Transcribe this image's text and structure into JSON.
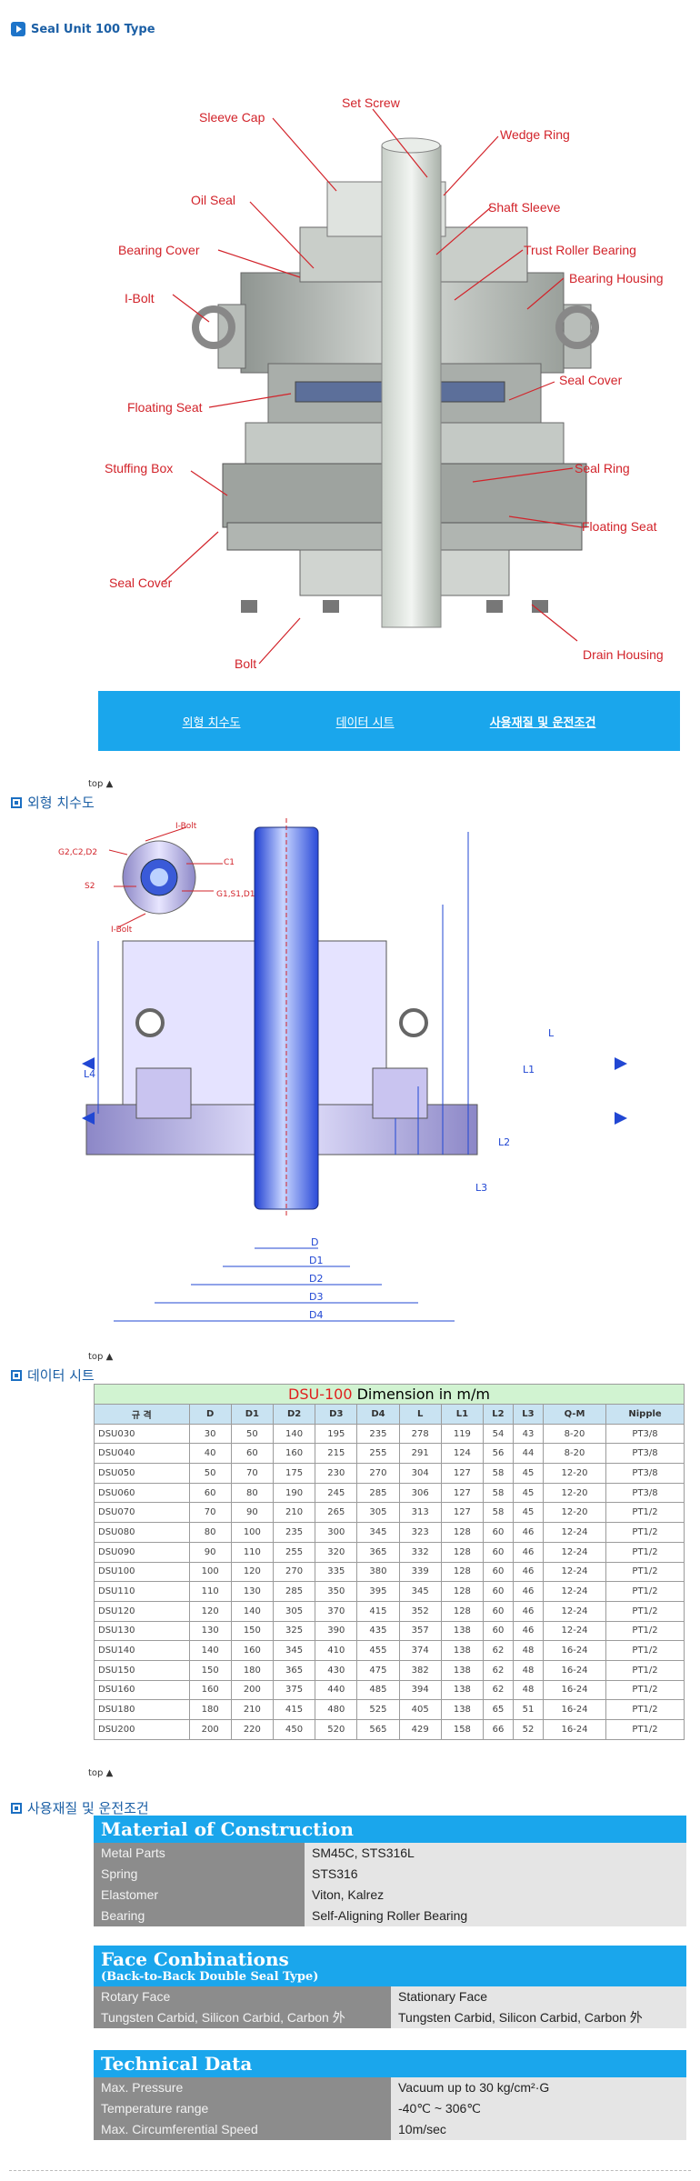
{
  "page_title": "Seal Unit 100 Type",
  "assembly_callouts": {
    "sleeve_cap": "Sleeve Cap",
    "set_screw": "Set Screw",
    "wedge_ring": "Wedge Ring",
    "oil_seal": "Oil Seal",
    "shaft_sleeve": "Shaft Sleeve",
    "bearing_cover": "Bearing Cover",
    "trust_roller_bearing": "Trust Roller Bearing",
    "bearing_housing": "Bearing Housing",
    "i_bolt": "I-Bolt",
    "seal_cover_right": "Seal Cover",
    "floating_seat_left": "Floating Seat",
    "stuffing_box": "Stuffing Box",
    "seal_ring": "Seal Ring",
    "floating_seat_right": "Floating Seat",
    "seal_cover_left": "Seal Cover",
    "bolt": "Bolt",
    "drain_housing": "Drain Housing"
  },
  "nav": {
    "tab1": "외형 치수도",
    "tab2": "데이터 시트",
    "tab3": "사용재질 및 운전조건"
  },
  "top_link": "top",
  "sections": {
    "outline": "외형 치수도",
    "datasheet": "데이터 시트",
    "materials": "사용재질 및 운전조건"
  },
  "drawing_labels": {
    "top_i_bolt": "I-Bolt",
    "g2c2d2": "G2,C2,D2",
    "c1": "C1",
    "s2": "S2",
    "g1s1d1": "G1,S1,D1",
    "bottom_i_bolt": "I-Bolt",
    "D": "D",
    "D1": "D1",
    "D2": "D2",
    "D3": "D3",
    "D4": "D4",
    "L": "L",
    "L1": "L1",
    "L2": "L2",
    "L3": "L3",
    "L4": "L4"
  },
  "datasheet": {
    "caption_model": "DSU-100",
    "caption_rest": " Dimension in m/m",
    "headers": [
      "규 격",
      "D",
      "D1",
      "D2",
      "D3",
      "D4",
      "L",
      "L1",
      "L2",
      "L3",
      "Q-M",
      "Nipple"
    ],
    "rows": [
      [
        "DSU030",
        "30",
        "50",
        "140",
        "195",
        "235",
        "278",
        "119",
        "54",
        "43",
        "8-20",
        "PT3/8"
      ],
      [
        "DSU040",
        "40",
        "60",
        "160",
        "215",
        "255",
        "291",
        "124",
        "56",
        "44",
        "8-20",
        "PT3/8"
      ],
      [
        "DSU050",
        "50",
        "70",
        "175",
        "230",
        "270",
        "304",
        "127",
        "58",
        "45",
        "12-20",
        "PT3/8"
      ],
      [
        "DSU060",
        "60",
        "80",
        "190",
        "245",
        "285",
        "306",
        "127",
        "58",
        "45",
        "12-20",
        "PT3/8"
      ],
      [
        "DSU070",
        "70",
        "90",
        "210",
        "265",
        "305",
        "313",
        "127",
        "58",
        "45",
        "12-20",
        "PT1/2"
      ],
      [
        "DSU080",
        "80",
        "100",
        "235",
        "300",
        "345",
        "323",
        "128",
        "60",
        "46",
        "12-24",
        "PT1/2"
      ],
      [
        "DSU090",
        "90",
        "110",
        "255",
        "320",
        "365",
        "332",
        "128",
        "60",
        "46",
        "12-24",
        "PT1/2"
      ],
      [
        "DSU100",
        "100",
        "120",
        "270",
        "335",
        "380",
        "339",
        "128",
        "60",
        "46",
        "12-24",
        "PT1/2"
      ],
      [
        "DSU110",
        "110",
        "130",
        "285",
        "350",
        "395",
        "345",
        "128",
        "60",
        "46",
        "12-24",
        "PT1/2"
      ],
      [
        "DSU120",
        "120",
        "140",
        "305",
        "370",
        "415",
        "352",
        "128",
        "60",
        "46",
        "12-24",
        "PT1/2"
      ],
      [
        "DSU130",
        "130",
        "150",
        "325",
        "390",
        "435",
        "357",
        "138",
        "60",
        "46",
        "12-24",
        "PT1/2"
      ],
      [
        "DSU140",
        "140",
        "160",
        "345",
        "410",
        "455",
        "374",
        "138",
        "62",
        "48",
        "16-24",
        "PT1/2"
      ],
      [
        "DSU150",
        "150",
        "180",
        "365",
        "430",
        "475",
        "382",
        "138",
        "62",
        "48",
        "16-24",
        "PT1/2"
      ],
      [
        "DSU160",
        "160",
        "200",
        "375",
        "440",
        "485",
        "394",
        "138",
        "62",
        "48",
        "16-24",
        "PT1/2"
      ],
      [
        "DSU180",
        "180",
        "210",
        "415",
        "480",
        "525",
        "405",
        "138",
        "65",
        "51",
        "16-24",
        "PT1/2"
      ],
      [
        "DSU200",
        "200",
        "220",
        "450",
        "520",
        "565",
        "429",
        "158",
        "66",
        "52",
        "16-24",
        "PT1/2"
      ]
    ]
  },
  "material": {
    "title": "Material of Construction",
    "rows": [
      {
        "k": "Metal Parts",
        "v": "SM45C, STS316L"
      },
      {
        "k": "Spring",
        "v": "STS316"
      },
      {
        "k": "Elastomer",
        "v": "Viton, Kalrez"
      },
      {
        "k": "Bearing",
        "v": "Self-Aligning Roller Bearing"
      }
    ]
  },
  "face": {
    "title": "Face Conbinations",
    "subtitle": "(Back-to-Back Double Seal Type)",
    "rows": [
      {
        "k": "Rotary Face",
        "v": "Stationary Face"
      },
      {
        "k": "Tungsten Carbid, Silicon Carbid, Carbon 外",
        "v": "Tungsten Carbid, Silicon Carbid, Carbon 外"
      }
    ]
  },
  "technical": {
    "title": "Technical Data",
    "rows": [
      {
        "k": "Max. Pressure",
        "v": "Vacuum up to 30 kg/cm²·G"
      },
      {
        "k": "Temperature range",
        "v": "-40℃ ~ 306℃"
      },
      {
        "k": "Max. Circumferential Speed",
        "v": "10m/sec"
      }
    ]
  },
  "colors": {
    "accent_blue": "#1aa6ec",
    "callout_red": "#d2232a",
    "table_head": "#c9e3f2",
    "table_caption": "#d1f3d1"
  }
}
